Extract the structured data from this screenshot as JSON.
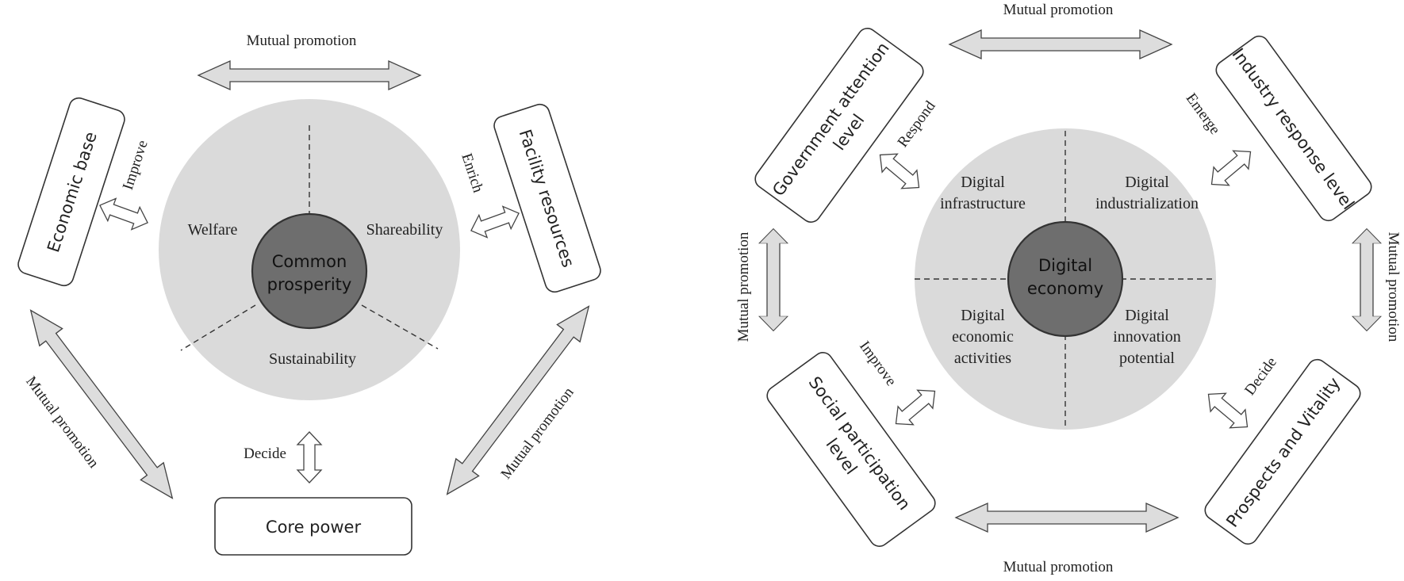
{
  "left": {
    "center": [
      "Common",
      "prosperity"
    ],
    "segments": {
      "welfare": "Welfare",
      "shareability": "Shareability",
      "sustainability": "Sustainability"
    },
    "boxes": {
      "economic_base": "Economic base",
      "facility_resources": "Facility resources",
      "core_power": "Core power"
    },
    "relations": {
      "improve": "Improve",
      "enrich": "Enrich",
      "decide": "Decide"
    },
    "mutual_promotion_top": "Mutual promotion",
    "mutual_promotion_left": "Mutual promotion",
    "mutual_promotion_right": "Mutual promotion"
  },
  "right": {
    "center": [
      "Digital",
      "economy"
    ],
    "segments": {
      "infrastructure": [
        "Digital",
        "infrastructure"
      ],
      "industrialization": [
        "Digital",
        "industrialization"
      ],
      "activities": [
        "Digital",
        "economic",
        "activities"
      ],
      "innovation": [
        "Digital",
        "innovation",
        "potential"
      ]
    },
    "boxes": {
      "government": [
        "Government attention",
        "level"
      ],
      "industry": "Industry response level",
      "social": [
        "Social participation",
        "level"
      ],
      "prospects": "Prospects and Vitality"
    },
    "relations": {
      "respond": "Respond",
      "emerge": "Emerge",
      "improve": "Improve",
      "decide": "Decide"
    },
    "mutual_promotion_top": "Mutual promotion",
    "mutual_promotion_bottom": "Mutual promotion",
    "mutual_promotion_left": "Mutual promotion",
    "mutual_promotion_right": "Mutual promotion"
  }
}
